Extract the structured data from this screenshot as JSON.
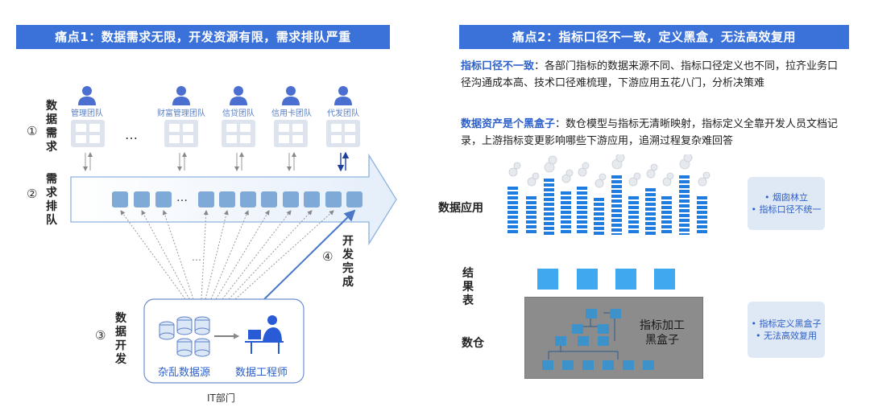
{
  "left": {
    "banner": "痛点1：数据需求无限，开发资源有限，需求排队严重",
    "steps": [
      {
        "num": "①",
        "label": "数据需求"
      },
      {
        "num": "②",
        "label": "需求排队"
      },
      {
        "num": "③",
        "label": "数据开发"
      },
      {
        "num": "④",
        "label": "开发完成"
      }
    ],
    "teams": [
      "管理团队",
      "财富管理团队",
      "信贷团队",
      "信用卡团队",
      "代发团队"
    ],
    "ellipsis": "…",
    "sources_label": "杂乱数据源",
    "engineer_label": "数据工程师",
    "dept_label": "IT部门"
  },
  "right": {
    "banner": "痛点2：指标口径不一致，定义黑盒，无法高效复用",
    "p1_highlight": "指标口径不一致",
    "p1_text": "：各部门指标的数据来源不同、指标口径定义也不同，拉齐业务口径沟通成本高、技术口径难梳理，下游应用五花八门，分析决策难",
    "p2_highlight": "数据资产是个黑盒子",
    "p2_text": "：数仓模型与指标无清晰映射，指标定义全靠开发人员文档记录，上游指标变更影响哪些下游应用，追溯过程复杂难回答",
    "layer_app": "数据应用",
    "layer_result": "结果表",
    "layer_dw": "数仓",
    "blackbox_label": "指标加工黑盒子",
    "note1": [
      "• 烟囱林立",
      "• 指标口径不统一"
    ],
    "note2": [
      "• 指标定义黑盒子",
      "• 无法高效复用"
    ]
  },
  "colors": {
    "banner": "#3b72d9",
    "accent_text": "#2c5fc8",
    "queue_box": "#7fa9d6",
    "chimney": "#1e7be0",
    "result_box": "#3fa9f0",
    "dw_bg": "#8c8c8c"
  }
}
